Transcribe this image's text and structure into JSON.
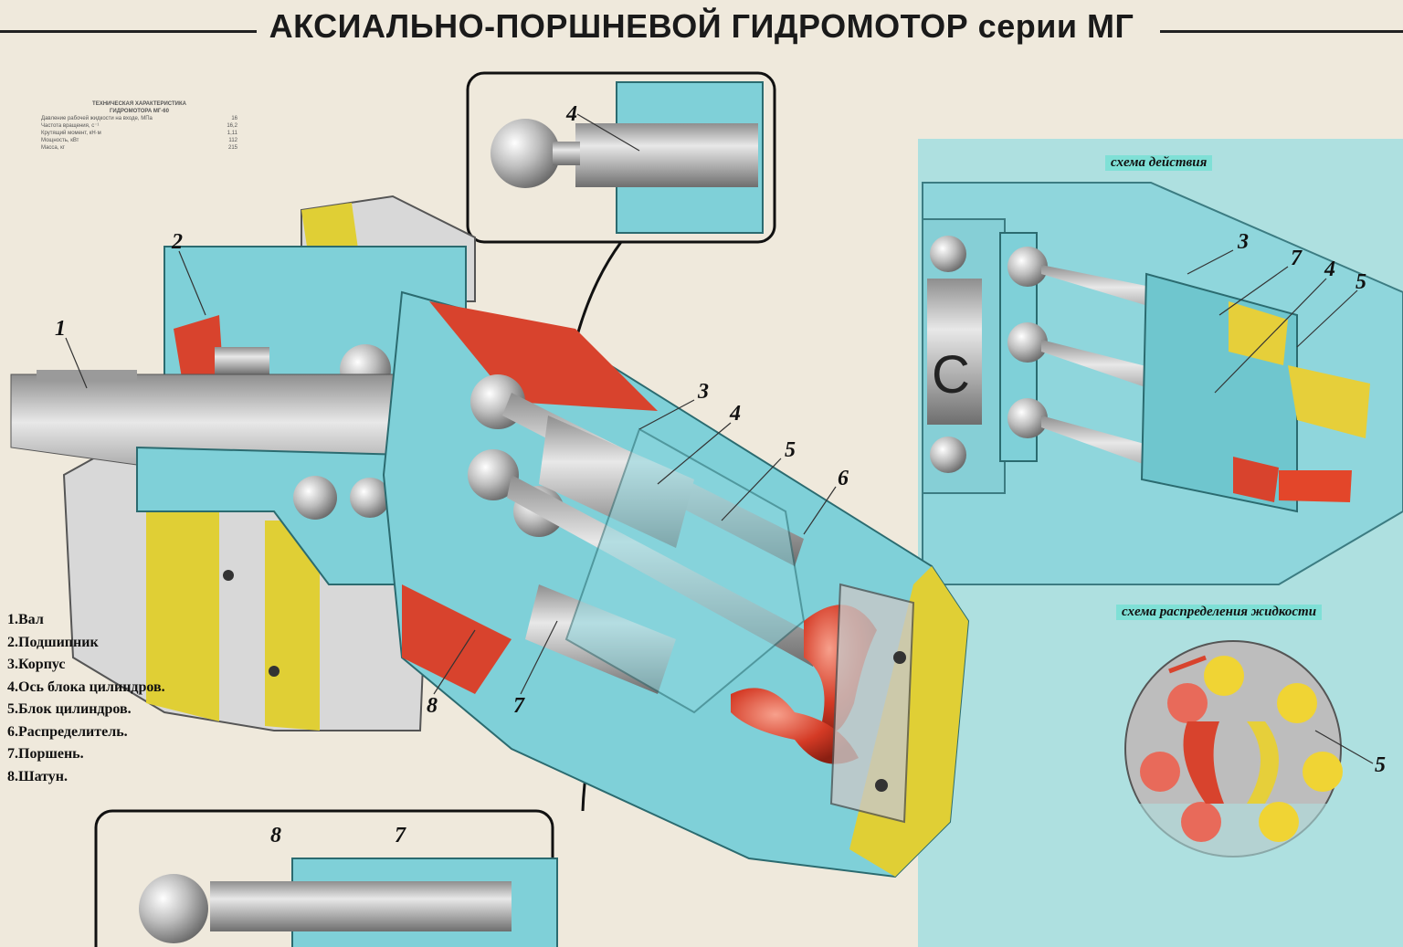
{
  "title": "АКСИАЛЬНО-ПОРШНЕВОЙ ГИДРОМОТОР серии МГ",
  "spec_table": {
    "heading_1": "ТЕХНИЧЕСКАЯ ХАРАКТЕРИСТИКА",
    "heading_2": "ГИДРОМОТОРА МГ-60",
    "rows": [
      {
        "label": "Давление рабочей жидкости на входе, МПа",
        "value": "16"
      },
      {
        "label": "Частота вращения, с⁻¹",
        "value": "16,2"
      },
      {
        "label": "Крутящий момент, кН·м",
        "value": "1,11"
      },
      {
        "label": "Мощность, кВт",
        "value": "112"
      },
      {
        "label": "Масса, кг",
        "value": "215"
      }
    ]
  },
  "legend": [
    "1.Вал",
    "2.Подшипник",
    "3.Корпус",
    "4.Ось блока цилиндров.",
    "5.Блок цилиндров.",
    "6.Распределитель.",
    "7.Поршень.",
    "8.Шатун."
  ],
  "captions": {
    "action_scheme": "схема действия",
    "distribution_scheme": "схема распределения жидкости"
  },
  "callouts": {
    "main": [
      "1",
      "2",
      "3",
      "4",
      "5",
      "6",
      "7",
      "8"
    ],
    "inset_top": "4",
    "inset_bottom": [
      "8",
      "7"
    ],
    "action": [
      "3",
      "7",
      "4",
      "5"
    ],
    "distribution": "5"
  },
  "colors": {
    "paper": "#efe9dc",
    "housing_blue": "#7fd0d8",
    "steel": "#b8b8b8",
    "yellow": "#e0cf35",
    "red": "#d8432d",
    "panel": "#aee0e0"
  }
}
